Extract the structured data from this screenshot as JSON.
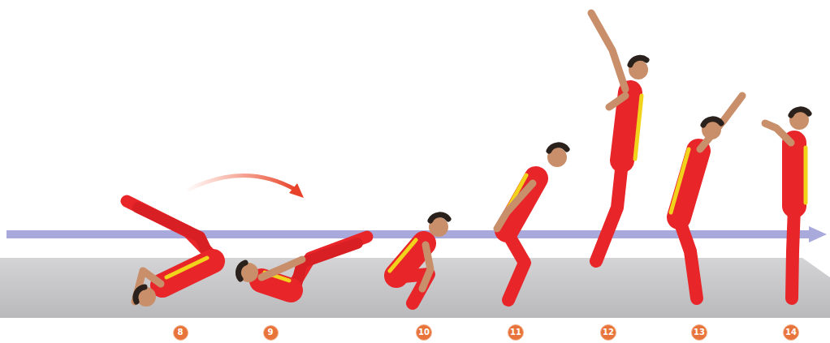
{
  "diagram": {
    "labels": [
      "8",
      "9",
      "10",
      "11",
      "12",
      "13",
      "14"
    ]
  }
}
